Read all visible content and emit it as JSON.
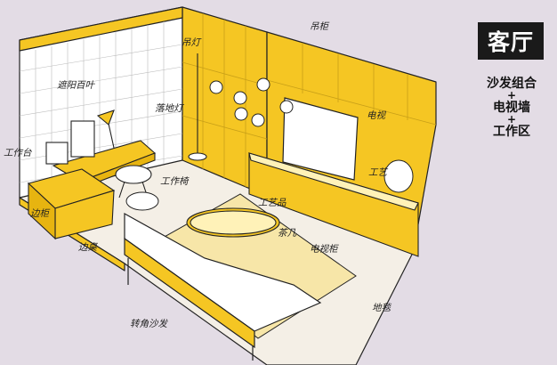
{
  "badge": {
    "title": "客厅"
  },
  "subtitle": {
    "line1": "沙发组合",
    "plus1": "+",
    "line2": "电视墙",
    "plus2": "+",
    "line3": "工作区"
  },
  "labels": {
    "pendant_lamp_left": "吊灯",
    "pendant_lamp_right": "吊柜",
    "blinds": "遮阳百叶",
    "floor_lamp": "落地灯",
    "tv": "电视",
    "work_desk": "工作台",
    "work_chair": "工作椅",
    "craft_right": "工艺",
    "craft_center": "工艺品",
    "side_cabinet": "边柜",
    "side_table": "边桌",
    "coffee_table": "茶几",
    "tv_cabinet": "电视柜",
    "carpet": "地毯",
    "corner_sofa": "转角沙发"
  },
  "colors": {
    "accent": "#f5c623",
    "background": "#e3dce5",
    "outline": "#222222"
  }
}
